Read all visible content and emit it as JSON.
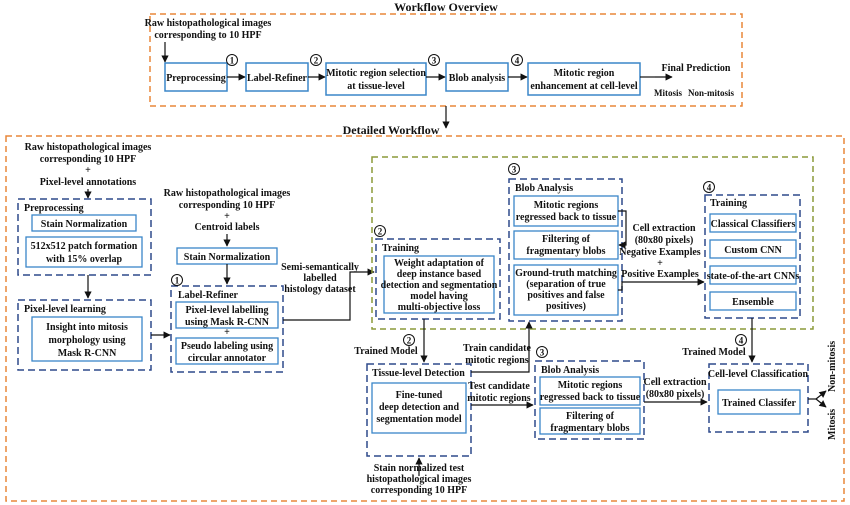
{
  "colors": {
    "orange": "#E8873A",
    "olive": "#8C9A3A",
    "navy": "#2F4A8C",
    "box": "#3A86C8",
    "arrow": "#111111"
  },
  "overview": {
    "title": "Workflow Overview",
    "input_lines": [
      "Raw histopathological images",
      "corresponding to 10 HPF"
    ],
    "steps": [
      {
        "num": "1",
        "label": "Preprocessing"
      },
      {
        "num": "2",
        "label": "Label-Refiner"
      },
      {
        "num": "3",
        "label_lines": [
          "Mitotic region selection",
          "at tissue-level"
        ]
      },
      {
        "num": "4",
        "label": "Blob analysis"
      },
      {
        "label_lines": [
          "Mitotic region",
          "enhancement at cell-level"
        ]
      }
    ],
    "final_prediction": "Final Prediction",
    "mitosis": "Mitosis",
    "non_mitosis": "Non-mitosis"
  },
  "detailed": {
    "title": "Detailed Workflow",
    "raw_input_lines": [
      "Raw histopathological images",
      "corresponding 10 HPF"
    ],
    "plus": "+",
    "pixel_annotations": "Pixel-level annotations",
    "preprocessing": {
      "title": "Preprocessing",
      "stain": "Stain Normalization",
      "patch_lines": [
        "512x512 patch formation",
        "with 15% overlap"
      ]
    },
    "pixel_learning": {
      "title": "Pixel-level learning",
      "insight_lines": [
        "Insight into mitosis",
        "morphology using",
        "Mask R-CNN"
      ]
    },
    "raw_input2_lines": [
      "Raw histopathological images",
      "corresponding  10 HPF"
    ],
    "centroid": "Centroid labels",
    "stain_norm2": "Stain Normalization",
    "label_refiner": {
      "num": "1",
      "title": "Label-Refiner",
      "pixel_labelling_lines": [
        "Pixel-level labelling",
        "using Mask R-CNN"
      ],
      "pseudo_lines": [
        "Pseudo labeling using",
        "circular annotator"
      ]
    },
    "semi_lines": [
      "Semi-semantically",
      "labelled",
      "histology dataset"
    ],
    "training_top": {
      "num": "2",
      "title": "Training",
      "weight_lines": [
        "Weight adaptation of",
        "deep instance based",
        "detection and segmentation",
        "model having",
        "multi-objective loss"
      ]
    },
    "blob_top": {
      "num": "3",
      "title": "Blob Analysis",
      "regressed_lines": [
        "Mitotic regions",
        "regressed back to tissue"
      ],
      "filtering_lines": [
        "Filtering of",
        "fragmentary blobs"
      ],
      "gt_lines": [
        "Ground-truth matching",
        "(separation of true",
        "positives and false",
        "positives)"
      ]
    },
    "cell_extraction_top_lines": [
      "Cell extraction",
      "(80x80 pixels)"
    ],
    "negative_examples": "Negative Examples",
    "positive_examples": "Positive Examples",
    "training_right": {
      "num": "4",
      "title": "Training",
      "items": [
        "Classical Classifiers",
        "Custom CNN",
        "state-of-the-art CNNs",
        "Ensemble"
      ]
    },
    "trained_model_left": "Trained Model",
    "trained_model_right": "Trained Model",
    "train_candidate_lines": [
      "Train candidate",
      "mitotic regions"
    ],
    "test_candidate_lines": [
      "Test candidate",
      "mitotic regions"
    ],
    "tissue_detection": {
      "num": "2",
      "title": "Tissue-level Detection",
      "finetuned_lines": [
        "Fine-tuned",
        "deep detection and",
        "segmentation model"
      ]
    },
    "blob_bottom": {
      "num": "3",
      "title": "Blob Analysis",
      "regressed_lines": [
        "Mitotic regions",
        "regressed back to tissue"
      ],
      "filtering_lines": [
        "Filtering of",
        "fragmentary blobs"
      ]
    },
    "cell_extraction_bottom_lines": [
      "Cell extraction",
      "(80x80 pixels)"
    ],
    "cell_classification": {
      "num": "4",
      "title": "Cell-level Classification",
      "classifier": "Trained Classifer"
    },
    "non_mitosis": "Non-mitosis",
    "mitosis": "Mitosis",
    "stain_test_lines": [
      "Stain normalized test",
      "histopathological images",
      "corresponding  10 HPF"
    ]
  }
}
